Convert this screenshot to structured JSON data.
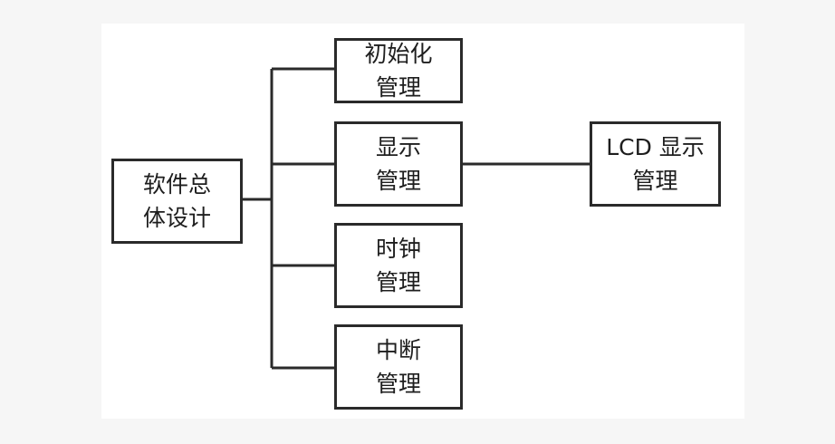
{
  "root": {
    "line1": "软件总",
    "line2": "体设计"
  },
  "modules": [
    {
      "line1": "初始化",
      "line2": "管理"
    },
    {
      "line1": "显示",
      "line2": "管理"
    },
    {
      "line1": "时钟",
      "line2": "管理"
    },
    {
      "line1": "中断",
      "line2": "管理"
    }
  ],
  "leaf": {
    "line1": "LCD 显示",
    "line2": "管理"
  },
  "colors": {
    "line": "#2a2a2a",
    "box_border": "#2a2a2a",
    "text": "#1e1e1e"
  }
}
